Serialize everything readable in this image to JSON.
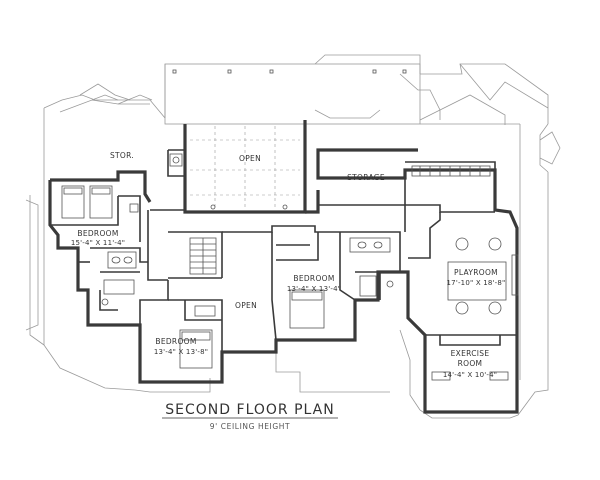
{
  "plan": {
    "title": "SECOND FLOOR PLAN",
    "subtitle": "9' CEILING HEIGHT",
    "rooms": {
      "stor": "STOR.",
      "open_top": "OPEN",
      "storage": "STORAGE",
      "bedroom_left_name": "BEDROOM",
      "bedroom_left_dims": "15'-4\" X 11'-4\"",
      "bedroom_center_name": "BEDROOM",
      "bedroom_center_dims": "13'-4\" X 13'-4\"",
      "playroom_name": "PLAYROOM",
      "playroom_dims": "17'-10\" X 18'-8\"",
      "open_mid": "OPEN",
      "bedroom_bottom_name": "BEDROOM",
      "bedroom_bottom_dims": "13'-4\" X 13'-8\"",
      "exercise_name": "EXERCISE",
      "exercise_name2": "ROOM",
      "exercise_dims": "14'-4\" X 10'-4\""
    }
  }
}
